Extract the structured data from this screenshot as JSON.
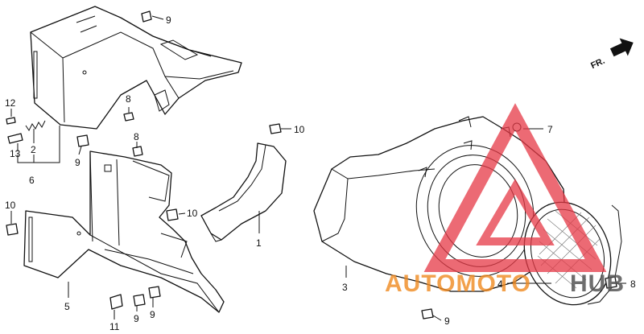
{
  "orientation": {
    "label": "FR."
  },
  "callouts": {
    "c1": "1",
    "c2": "2",
    "c3": "3",
    "c4": "4",
    "c5": "5",
    "c6": "6",
    "c7": "7",
    "c8a": "8",
    "c8b": "8",
    "c8c": "8",
    "c9a": "9",
    "c9b": "9",
    "c9c": "9",
    "c9d": "9",
    "c9e": "9",
    "c10a": "10",
    "c10b": "10",
    "c10c": "10",
    "c11": "11",
    "c12": "12",
    "c13": "13"
  },
  "watermark": {
    "part1": "AUTOMOTO",
    "part2": "HUB",
    "color_primary": "#f08a20",
    "color_secondary": "#555555",
    "triangle_color": "#e63946"
  }
}
